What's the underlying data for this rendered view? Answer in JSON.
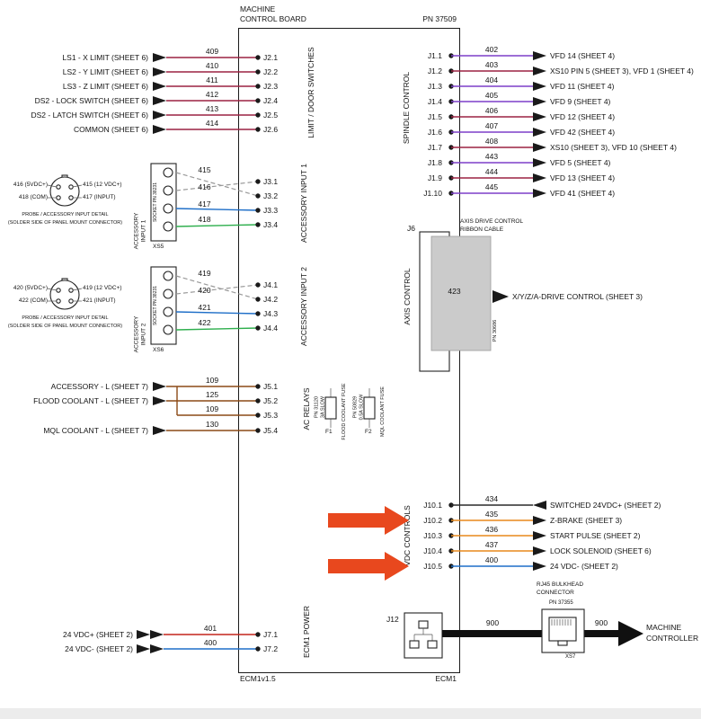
{
  "palette": {
    "wire_dark_red": "#9B2242",
    "wire_violet": "#7D3FC8",
    "wire_brown": "#8B4A16",
    "wire_orange": "#E8891B",
    "wire_blue": "#1F6FC8",
    "wire_green": "#2FAF4E",
    "wire_gray": "#999999",
    "wire_red": "#C4251C",
    "wire_black": "#2A2A2A",
    "highlight_arrow": "#E8481E",
    "ribbon_cable_gray": "#CBCBCB"
  },
  "board": {
    "title_line1": "MACHINE",
    "title_line2": "CONTROL BOARD",
    "pn": "PN 37509",
    "footer_left": "ECM1v1.5",
    "footer_right": "ECM1"
  },
  "limit": {
    "title": "LIMIT / DOOR SWITCHES",
    "rows": [
      {
        "label": "LS1 - X LIMIT (SHEET 6)",
        "wire": "409",
        "pin": "J2.1",
        "color": "#9B2242"
      },
      {
        "label": "LS2 - Y LIMIT (SHEET 6)",
        "wire": "410",
        "pin": "J2.2",
        "color": "#9B2242"
      },
      {
        "label": "LS3 - Z LIMIT (SHEET 6)",
        "wire": "411",
        "pin": "J2.3",
        "color": "#9B2242"
      },
      {
        "label": "DS2 - LOCK SWITCH (SHEET 6)",
        "wire": "412",
        "pin": "J2.4",
        "color": "#9B2242"
      },
      {
        "label": "DS2 - LATCH SWITCH (SHEET 6)",
        "wire": "413",
        "pin": "J2.5",
        "color": "#9B2242"
      },
      {
        "label": "COMMON (SHEET 6)",
        "wire": "414",
        "pin": "J2.6",
        "color": "#9B2242"
      }
    ]
  },
  "acc1": {
    "title": "ACCESSORY INPUT 1",
    "ext_line1": "ACCESSORY",
    "ext_line2": "INPUT 1",
    "socket_pn": "SOCKET PN 38231",
    "socket_ref": "XS5",
    "pin_labels": {
      "top_left": "416 (5VDC+)",
      "top_right": "415 (12 VDC+)",
      "bottom_left": "418 (COM)",
      "bottom_right": "417 (INPUT)"
    },
    "caption1": "PROBE / ACCESSORY INPUT DETAIL",
    "caption2": "(SOLDER SIDE OF PANEL MOUNT CONNECTOR)",
    "rows": [
      {
        "wire": "415",
        "pin": "J3.1",
        "color": "#999999"
      },
      {
        "wire": "416",
        "pin": "J3.2",
        "color": "#999999"
      },
      {
        "wire": "417",
        "pin": "J3.3",
        "color": "#1F6FC8"
      },
      {
        "wire": "418",
        "pin": "J3.4",
        "color": "#2FAF4E"
      }
    ]
  },
  "acc2": {
    "title": "ACCESSORY INPUT 2",
    "ext_line1": "ACCESSORY",
    "ext_line2": "INPUT 2",
    "socket_pn": "SOCKET PN 38231",
    "socket_ref": "XS6",
    "pin_labels": {
      "top_left": "420 (5VDC+)",
      "top_right": "419 (12 VDC+)",
      "bottom_left": "422 (COM)",
      "bottom_right": "421 (INPUT)"
    },
    "caption1": "PROBE / ACCESSORY INPUT DETAIL",
    "caption2": "(SOLDER SIDE OF PANEL MOUNT CONNECTOR)",
    "rows": [
      {
        "wire": "419",
        "pin": "J4.1",
        "color": "#999999"
      },
      {
        "wire": "420",
        "pin": "J4.2",
        "color": "#999999"
      },
      {
        "wire": "421",
        "pin": "J4.3",
        "color": "#1F6FC8"
      },
      {
        "wire": "422",
        "pin": "J4.4",
        "color": "#2FAF4E"
      }
    ]
  },
  "ac": {
    "title": "AC RELAYS",
    "rows": [
      {
        "label": "ACCESSORY - L (SHEET 7)",
        "wire": "109",
        "pin": "J5.1",
        "color": "#8B4A16"
      },
      {
        "label": "FLOOD COOLANT - L (SHEET 7)",
        "wire": "125",
        "pin": "J5.2",
        "color": "#8B4A16"
      },
      {
        "label": "",
        "wire": "109",
        "pin": "J5.3",
        "color": "#8B4A16"
      },
      {
        "label": "MQL COOLANT - L (SHEET 7)",
        "wire": "130",
        "pin": "J5.4",
        "color": "#8B4A16"
      }
    ],
    "fuses": [
      {
        "pn": "PN 31120",
        "rating": "3A SLOW",
        "ref": "F1",
        "name": "FLOOD COOLANT FUSE"
      },
      {
        "pn": "PN 50829",
        "rating": "0.5A SLOW",
        "ref": "F2",
        "name": "MQL COOLANT FUSE"
      }
    ]
  },
  "spindle": {
    "title": "SPINDLE CONTROL",
    "rows": [
      {
        "pin": "J1.1",
        "wire": "402",
        "label": "VFD 14 (SHEET 4)",
        "color": "#7D3FC8"
      },
      {
        "pin": "J1.2",
        "wire": "403",
        "label": "XS10 PIN 5 (SHEET 3), VFD 1 (SHEET 4)",
        "color": "#9B2242"
      },
      {
        "pin": "J1.3",
        "wire": "404",
        "label": "VFD 11 (SHEET 4)",
        "color": "#7D3FC8"
      },
      {
        "pin": "J1.4",
        "wire": "405",
        "label": "VFD 9 (SHEET 4)",
        "color": "#7D3FC8"
      },
      {
        "pin": "J1.5",
        "wire": "406",
        "label": "VFD 12 (SHEET 4)",
        "color": "#9B2242"
      },
      {
        "pin": "J1.6",
        "wire": "407",
        "label": "VFD 42 (SHEET 4)",
        "color": "#7D3FC8"
      },
      {
        "pin": "J1.7",
        "wire": "408",
        "label": "XS10 (SHEET 3), VFD 10 (SHEET 4)",
        "color": "#9B2242"
      },
      {
        "pin": "J1.8",
        "wire": "443",
        "label": "VFD 5 (SHEET 4)",
        "color": "#7D3FC8"
      },
      {
        "pin": "J1.9",
        "wire": "444",
        "label": "VFD 13 (SHEET 4)",
        "color": "#9B2242"
      },
      {
        "pin": "J1.10",
        "wire": "445",
        "label": "VFD 41 (SHEET 4)",
        "color": "#7D3FC8"
      }
    ]
  },
  "axis": {
    "title": "AXIS CONTROL",
    "connector": "J6",
    "note_line1": "AXIS DRIVE CONTROL",
    "note_line2": "RIBBON CABLE",
    "wire": "423",
    "pn": "PN 30686",
    "dest": "X/Y/Z/A-DRIVE CONTROL (SHEET 3)"
  },
  "vdc": {
    "title": "VDC CONTROLS",
    "rows": [
      {
        "pin": "J10.1",
        "wire": "434",
        "label": "SWITCHED 24VDC+ (SHEET 2)",
        "color": "#2A2A2A",
        "direction": "in",
        "highlighted": false
      },
      {
        "pin": "J10.2",
        "wire": "435",
        "label": "Z-BRAKE (SHEET 3)",
        "color": "#E8891B",
        "direction": "out",
        "highlighted": true
      },
      {
        "pin": "J10.3",
        "wire": "436",
        "label": "START PULSE (SHEET 2)",
        "color": "#E8891B",
        "direction": "out",
        "highlighted": false
      },
      {
        "pin": "J10.4",
        "wire": "437",
        "label": "LOCK SOLENOID (SHEET 6)",
        "color": "#E8891B",
        "direction": "out",
        "highlighted": false
      },
      {
        "pin": "J10.5",
        "wire": "400",
        "label": "24 VDC- (SHEET 2)",
        "color": "#1F6FC8",
        "direction": "out",
        "highlighted": true
      }
    ]
  },
  "power": {
    "title": "ECM1 POWER",
    "rows": [
      {
        "label": "24 VDC+ (SHEET 2)",
        "wire": "401",
        "pin": "J7.1",
        "color": "#C4251C"
      },
      {
        "label": "24 VDC- (SHEET 2)",
        "wire": "400",
        "pin": "J7.2",
        "color": "#1F6FC8"
      }
    ]
  },
  "network": {
    "connector": "J12",
    "cable_left": "900",
    "cable_right": "900",
    "bulkhead_line1": "RJ45 BULKHEAD",
    "bulkhead_line2": "CONNECTOR",
    "bulkhead_pn": "PN 37355",
    "bulkhead_ref": "XS7",
    "dest_line1": "MACHINE",
    "dest_line2": "CONTROLLER"
  }
}
